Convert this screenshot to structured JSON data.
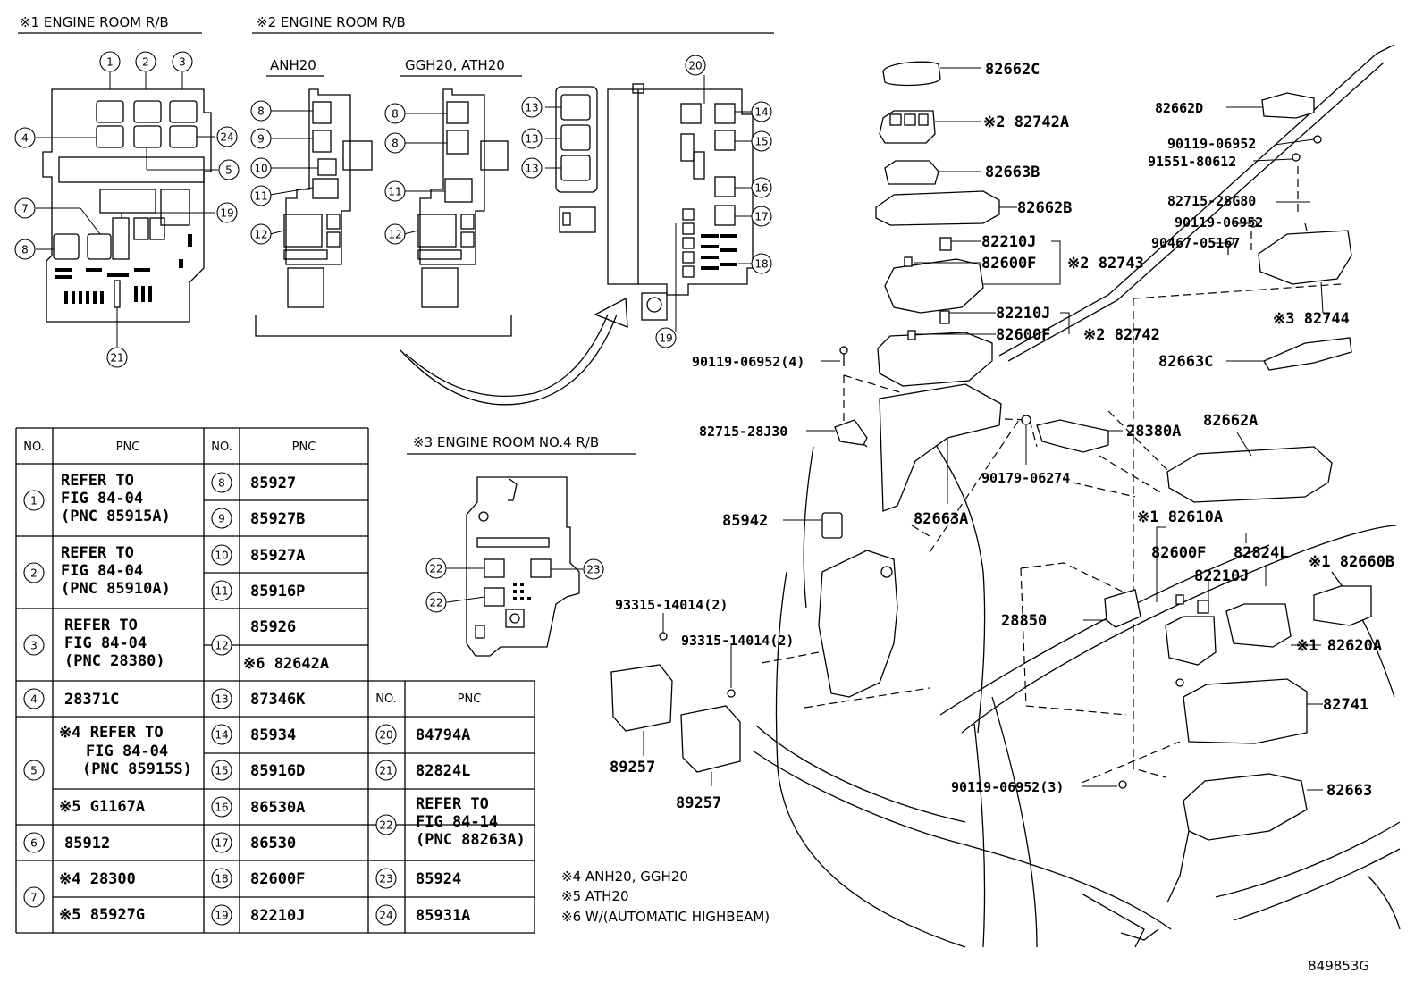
{
  "figure_code": "849853G",
  "sections": {
    "s1_title": "※1 ENGINE ROOM R/B",
    "s2_title": "※2 ENGINE ROOM R/B",
    "variant_a": "ANH20",
    "variant_b": "GGH20, ATH20",
    "s3_title": "※3 ENGINE ROOM NO.4 R/B"
  },
  "notes": [
    "※4 ANH20, GGH20",
    "※5 ATH20",
    "※6 W/(AUTOMATIC HIGHBEAM)"
  ],
  "callouts": [
    "1",
    "2",
    "3",
    "4",
    "24",
    "5",
    "7",
    "19",
    "8",
    "21",
    "8",
    "9",
    "10",
    "11",
    "12",
    "8",
    "8",
    "11",
    "12",
    "20",
    "13",
    "13",
    "13",
    "14",
    "15",
    "16",
    "17",
    "18",
    "19",
    "22",
    "22",
    "23"
  ],
  "part_labels": [
    "82662C",
    "※2 82742A",
    "82663B",
    "82662B",
    "82210J",
    "82600F",
    "※2 82743",
    "82210J",
    "82600F",
    "※2 82742",
    "90119-06952(4)",
    "82715-28J30",
    "82663A",
    "28380A",
    "90179-06274",
    "82662A",
    "85942",
    "82662D",
    "90119-06952",
    "91551-80612",
    "82715-28G80",
    "90119-06952",
    "90467-05167",
    "※3 82744",
    "82663C",
    "※1 82610A",
    "82600F",
    "82824L",
    "82210J",
    "※1 82660B",
    "28850",
    "※1 82620A",
    "82741",
    "82663",
    "90119-06952(3)",
    "93315-14014(2)",
    "93315-14014(2)",
    "89257",
    "89257"
  ],
  "table": {
    "header_no": "NO.",
    "header_pnc": "PNC",
    "rows": [
      {
        "no": "1",
        "pnc": [
          "REFER TO",
          "FIG 84-04",
          "(PNC 85915A)"
        ]
      },
      {
        "no": "2",
        "pnc": [
          "REFER TO",
          "FIG 84-04",
          "(PNC 85910A)"
        ]
      },
      {
        "no": "3",
        "pnc": [
          "REFER TO",
          "FIG 84-04",
          "(PNC 28380)"
        ]
      },
      {
        "no": "4",
        "pnc": [
          "28371C"
        ]
      },
      {
        "no": "5",
        "pnc": [
          "※4 REFER TO",
          "FIG 84-04",
          "(PNC 85915S)",
          "※5 G1167A"
        ]
      },
      {
        "no": "6",
        "pnc": [
          "85912"
        ]
      },
      {
        "no": "7",
        "pnc": [
          "※4 28300",
          "※5 85927G"
        ]
      },
      {
        "no": "8",
        "pnc": [
          "85927"
        ]
      },
      {
        "no": "9",
        "pnc": [
          "85927B"
        ]
      },
      {
        "no": "10",
        "pnc": [
          "85927A"
        ]
      },
      {
        "no": "11",
        "pnc": [
          "85916P"
        ]
      },
      {
        "no": "12",
        "pnc": [
          "85926",
          "※6 82642A"
        ]
      },
      {
        "no": "13",
        "pnc": [
          "87346K"
        ]
      },
      {
        "no": "14",
        "pnc": [
          "85934"
        ]
      },
      {
        "no": "15",
        "pnc": [
          "85916D"
        ]
      },
      {
        "no": "16",
        "pnc": [
          "86530A"
        ]
      },
      {
        "no": "17",
        "pnc": [
          "86530"
        ]
      },
      {
        "no": "18",
        "pnc": [
          "82600F"
        ]
      },
      {
        "no": "19",
        "pnc": [
          "82210J"
        ]
      },
      {
        "no": "20",
        "pnc": [
          "84794A"
        ]
      },
      {
        "no": "21",
        "pnc": [
          "82824L"
        ]
      },
      {
        "no": "22",
        "pnc": [
          "REFER TO",
          "FIG 84-14",
          "(PNC 88263A)"
        ]
      },
      {
        "no": "23",
        "pnc": [
          "85924"
        ]
      },
      {
        "no": "24",
        "pnc": [
          "85931A"
        ]
      }
    ]
  }
}
